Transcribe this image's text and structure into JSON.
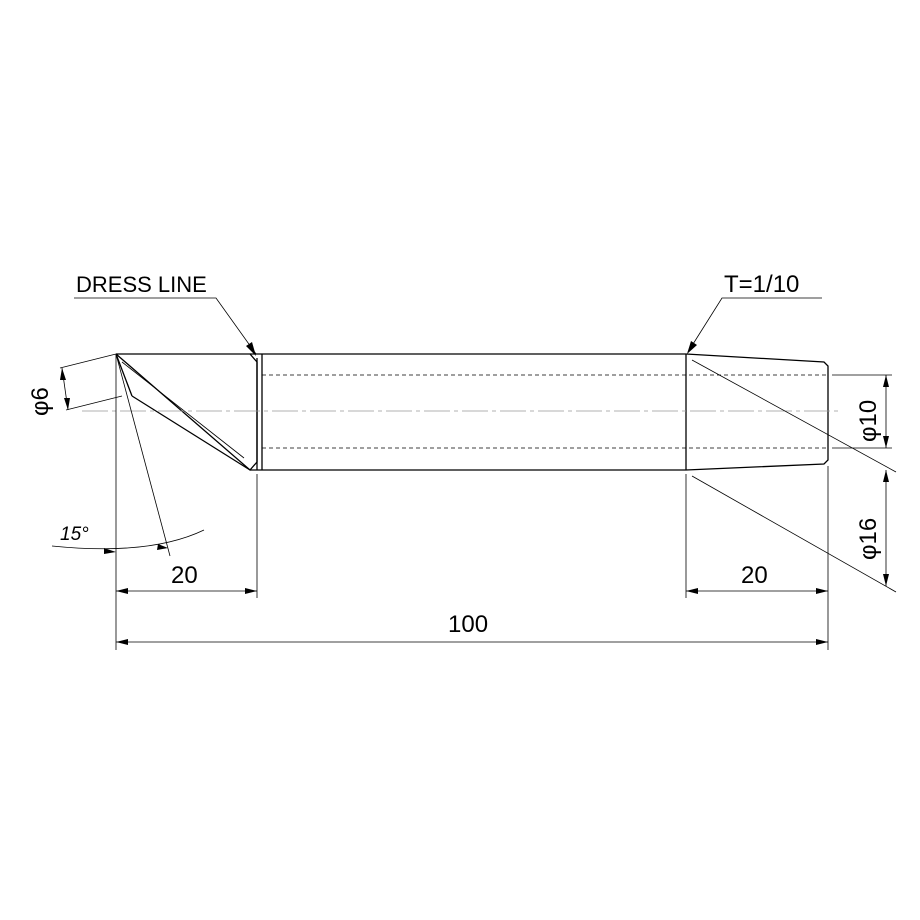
{
  "notes": {
    "dress_line": "DRESS LINE",
    "taper": "T=1/10"
  },
  "dimensions": {
    "tip_diameter": "φ6",
    "shank_diameter": "φ10",
    "taper_end_diameter": "φ16",
    "tip_length": "20",
    "taper_length": "20",
    "overall_length": "100",
    "tip_angle": "15°"
  }
}
